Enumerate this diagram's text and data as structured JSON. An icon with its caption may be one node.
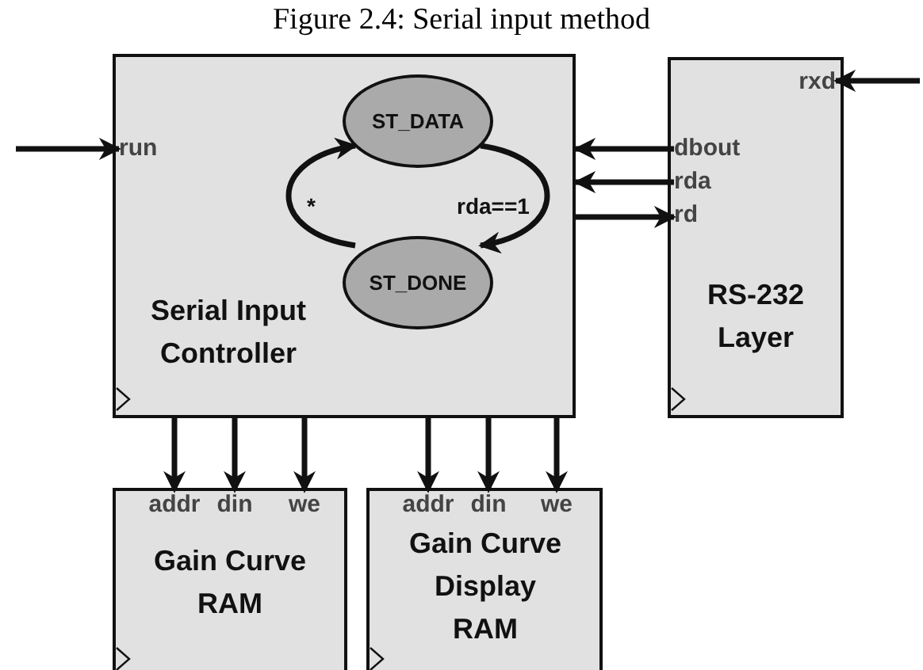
{
  "diagram": {
    "title": "Figure 2.4: Serial input method",
    "nodes": [
      {
        "text": [
          "Serial Input Controller"
        ]
      },
      {
        "text": [
          "run"
        ],
        "in": 0
      },
      {
        "text": [
          "ST_DATA"
        ],
        "in": 0
      },
      {
        "text": [
          "ST_DONE"
        ],
        "in": 0
      },
      {
        "text": [
          "RS-232 Layer"
        ]
      },
      {
        "text": [
          "rxd"
        ],
        "in": 4
      },
      {
        "text": [
          "dbout"
        ],
        "in": 4
      },
      {
        "text": [
          "rda"
        ],
        "in": 4
      },
      {
        "text": [
          "rd"
        ],
        "in": 4
      },
      {
        "text": [
          "Gain Curve RAM"
        ]
      },
      {
        "text": [
          "addr"
        ],
        "in": 9
      },
      {
        "text": [
          "din"
        ],
        "in": 9
      },
      {
        "text": [
          "we"
        ],
        "in": 9
      },
      {
        "text": [
          "Gain Curve Display RAM"
        ]
      },
      {
        "text": [
          "addr"
        ],
        "in": 13
      },
      {
        "text": [
          "din"
        ],
        "in": 13
      },
      {
        "text": [
          "we"
        ],
        "in": 13
      }
    ],
    "edges": [
      {
        "from": null,
        "to": 1,
        "arrow": "to"
      },
      {
        "from": 2,
        "to": 3,
        "arrow": "to",
        "label": "rda==1"
      },
      {
        "from": 3,
        "to": 2,
        "arrow": "to",
        "label": "*"
      },
      {
        "from": null,
        "to": 5,
        "arrow": "to"
      },
      {
        "from": 6,
        "to": 0,
        "arrow": "to"
      },
      {
        "from": 7,
        "to": 0,
        "arrow": "to"
      },
      {
        "from": 0,
        "to": 8,
        "arrow": "to"
      },
      {
        "from": 0,
        "to": 10,
        "arrow": "to"
      },
      {
        "from": 0,
        "to": 11,
        "arrow": "to"
      },
      {
        "from": 0,
        "to": 12,
        "arrow": "to"
      },
      {
        "from": 0,
        "to": 14,
        "arrow": "to"
      },
      {
        "from": 0,
        "to": 15,
        "arrow": "to"
      },
      {
        "from": 0,
        "to": 16,
        "arrow": "to"
      }
    ]
  }
}
